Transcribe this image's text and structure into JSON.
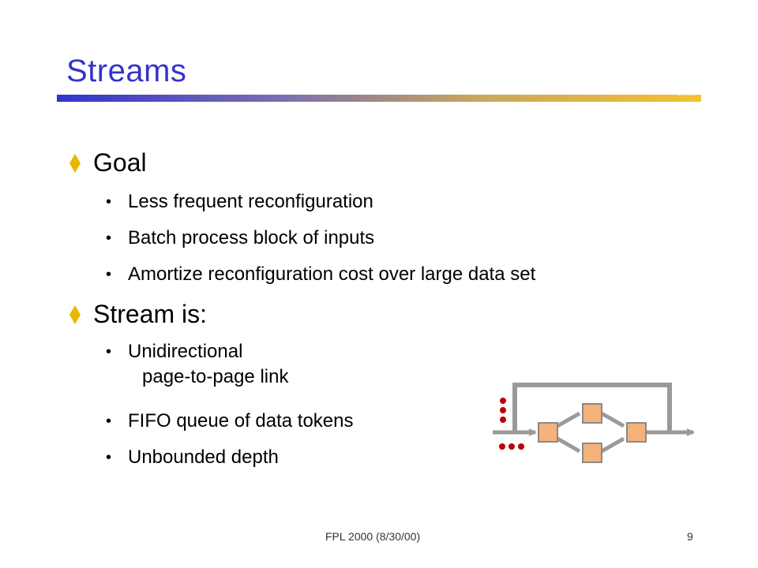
{
  "slide": {
    "title": "Streams",
    "tag": "BRASS"
  },
  "bullets": [
    {
      "label": "Goal",
      "items": [
        "Less frequent reconfiguration",
        "Batch process block of inputs",
        "Amortize reconfiguration cost over large data set"
      ]
    },
    {
      "label": "Stream is:",
      "items": [
        {
          "line1": "Unidirectional",
          "line2": "page-to-page link"
        },
        "FIFO queue of data tokens",
        "Unbounded depth"
      ]
    }
  ],
  "footer": {
    "left": "FPL 2000  (8/30/00)",
    "page": "9"
  },
  "colors": {
    "title": "#3333cc",
    "bullet_diamond": "#e8b800",
    "token_dots": "#c00000",
    "node_fill": "#f5b27a",
    "edge": "#9a9a9a"
  }
}
